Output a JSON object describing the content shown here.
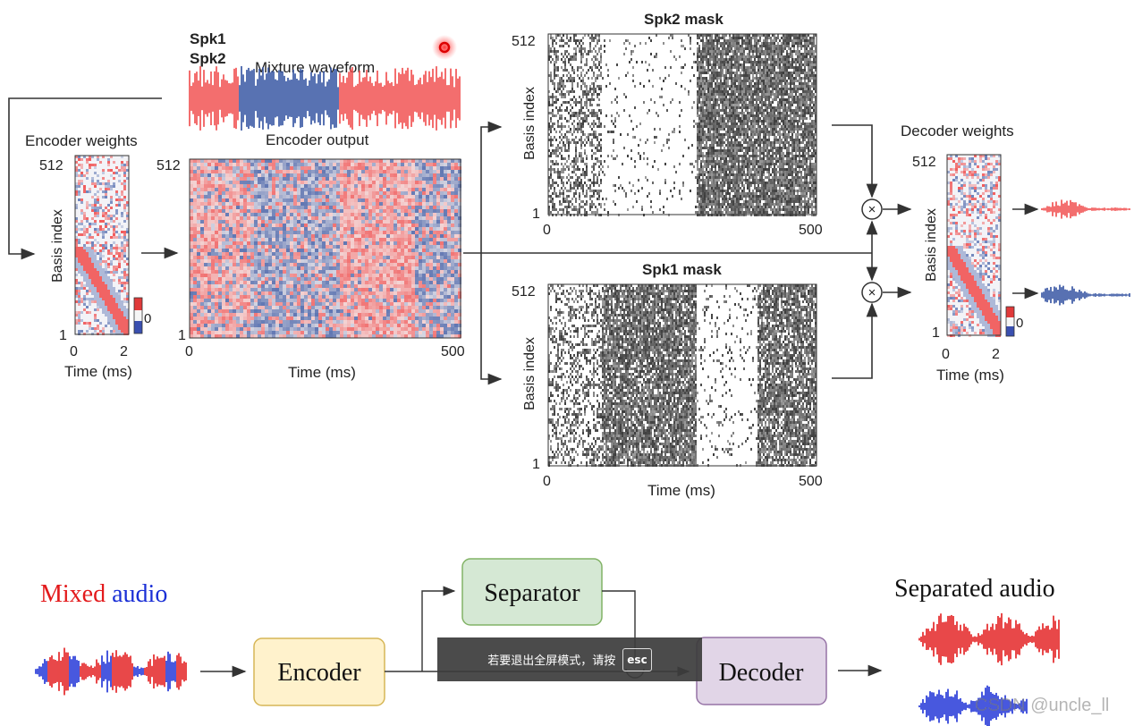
{
  "top": {
    "legend": {
      "spk1": "Spk1",
      "spk2": "Spk2"
    },
    "mixture_label": "Mixture waveform",
    "encoder_weights": {
      "title": "Encoder weights",
      "y_top": "512",
      "y_bottom": "1",
      "ylabel": "Basis index",
      "x_ticks": [
        "0",
        "2"
      ],
      "xlabel": "Time (ms)",
      "colorbar_zero": "0"
    },
    "encoder_output": {
      "title": "Encoder output",
      "y_top": "512",
      "y_bottom": "1",
      "x_ticks": [
        "0",
        "500"
      ],
      "xlabel": "Time (ms)"
    },
    "spk2_mask": {
      "title": "Spk2 mask",
      "y_top": "512",
      "y_bottom": "1",
      "ylabel": "Basis index",
      "x_ticks": [
        "0",
        "500"
      ]
    },
    "spk1_mask": {
      "title": "Spk1 mask",
      "y_top": "512",
      "y_bottom": "1",
      "ylabel": "Basis index",
      "x_ticks": [
        "0",
        "500"
      ],
      "xlabel": "Time (ms)"
    },
    "decoder_weights": {
      "title": "Decoder weights",
      "y_top": "512",
      "y_bottom": "1",
      "ylabel": "Basis index",
      "x_ticks": [
        "0",
        "2"
      ],
      "xlabel": "Time (ms)",
      "colorbar_zero": "0"
    },
    "multiply_symbol": "×"
  },
  "bottom": {
    "mixed_audio": {
      "word1": "Mixed",
      "word2": "audio"
    },
    "encoder": "Encoder",
    "separator": "Separator",
    "decoder": "Decoder",
    "separated_audio": "Separated audio"
  },
  "overlay": {
    "text": "若要退出全屏模式，请按",
    "key": "esc"
  },
  "watermark": "CSDN @uncle_ll",
  "colors": {
    "spk1_blue": "#2e4e9e",
    "spk2_red": "#f04a4a",
    "separator_fill": "#d5e8d4",
    "separator_stroke": "#82b366",
    "encoder_fill": "#fff2cc",
    "encoder_stroke": "#d6b656",
    "decoder_fill": "#e1d5e7",
    "decoder_stroke": "#9673a6"
  }
}
